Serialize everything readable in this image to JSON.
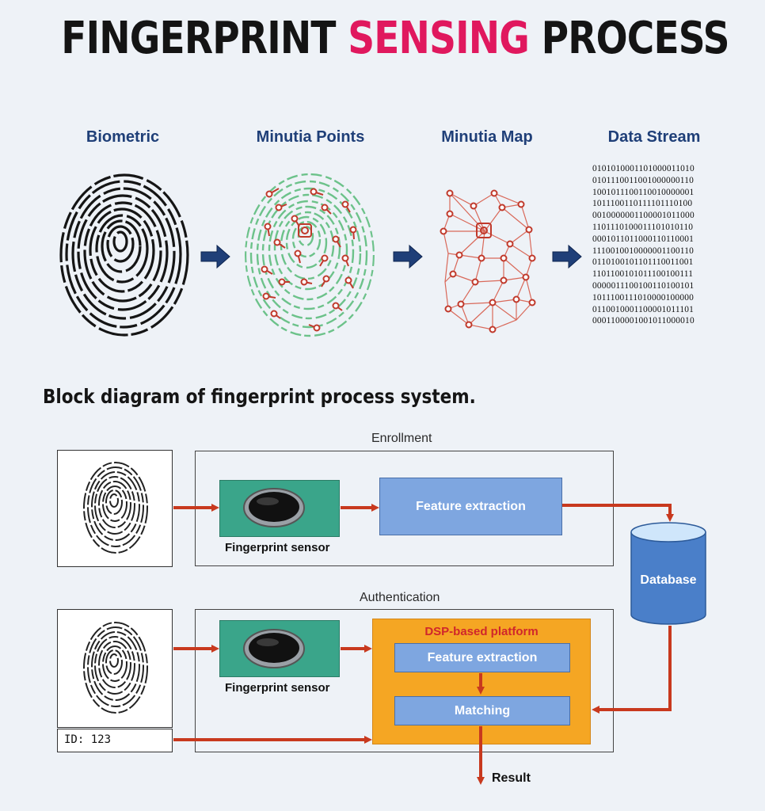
{
  "title": {
    "part1": "FINGERPRINT",
    "part2": "SENSING",
    "part3": "PROCESS"
  },
  "stages": [
    {
      "label": "Biometric"
    },
    {
      "label": "Minutia Points"
    },
    {
      "label": "Minutia Map"
    },
    {
      "label": "Data Stream"
    }
  ],
  "data_stream": [
    "010101000110100001101​0",
    "0101110011001000000110",
    "1001011100110010000001",
    "1011100110111101110100",
    "0010000001100001011000",
    "1101110100011101010110",
    "0001011011000110110001",
    "1110010010000001100110",
    "0110100101101110011001",
    "1101100101011100100111",
    "0000011100100110100101",
    "1011100111010000100000",
    "0110010001100001011101",
    "0001100001001011000010"
  ],
  "block_diagram": {
    "heading": "Block diagram of fingerprint process system.",
    "enrollment_label": "Enrollment",
    "authentication_label": "Authentication",
    "sensor_label": "Fingerprint sensor",
    "feature_extraction": "Feature extraction",
    "database": "Database",
    "dsp_platform": "DSP-based platform",
    "matching": "Matching",
    "result": "Result",
    "id_value": "ID: 123"
  },
  "colors": {
    "title_accent": "#e0185e",
    "stage_label": "#1f3f78",
    "arrow_blue": "#1f3f78",
    "flow_arrow": "#c8391e",
    "sensor_green": "#3aa58a",
    "block_blue": "#7ea6e0",
    "dsp_orange": "#f5a623",
    "minutia_green": "#6cc28a",
    "minutia_red": "#c0392b"
  }
}
